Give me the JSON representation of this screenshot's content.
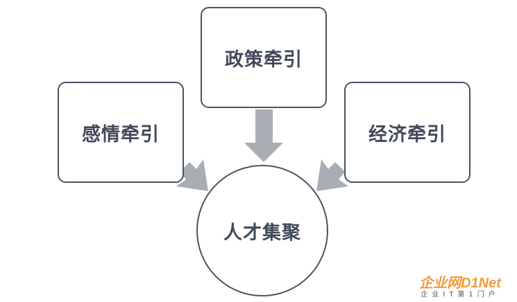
{
  "diagram": {
    "nodes": {
      "policy": "政策牵引",
      "emotion": "感情牵引",
      "economy": "经济牵引",
      "center": "人才集聚"
    },
    "arrow_color": "#a9adb4",
    "border_color": "#4a5262"
  },
  "watermark": {
    "title": "企业网D1Net",
    "subtitle": "企业IT第1门户"
  }
}
